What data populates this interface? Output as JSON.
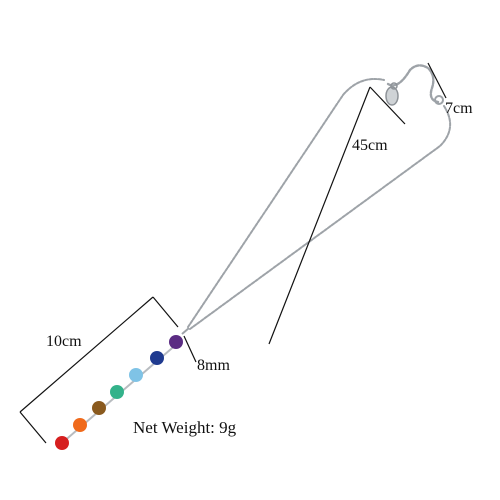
{
  "labels": {
    "extender_length": "7cm",
    "chain_length": "45cm",
    "pendant_length": "10cm",
    "bead_size": "8mm",
    "net_weight": "Net Weight: 9g"
  },
  "colors": {
    "background": "#ffffff",
    "chain": "#9ea3a8",
    "dimension_line": "#111111",
    "bead_violet": "#5b2c83",
    "bead_indigo": "#1f3a8f",
    "bead_blue": "#7fc3e6",
    "bead_green": "#33b28a",
    "bead_yellow": "#8a5a1e",
    "bead_orange": "#f06a1b",
    "bead_red": "#d61f1f"
  }
}
